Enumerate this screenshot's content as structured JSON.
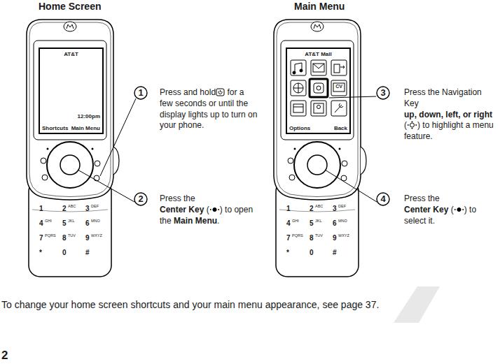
{
  "diagram": {
    "nodes": [
      {
        "text": [
          "AT&T",
          "12:00pm",
          "Shortcuts",
          "Main Menu"
        ]
      },
      {
        "text": [
          "AT&T Mall",
          "Options",
          "Back"
        ]
      },
      {
        "text": [
          "1"
        ]
      },
      {
        "text": [
          "2"
        ]
      },
      {
        "text": [
          "3"
        ]
      },
      {
        "text": [
          "4"
        ]
      }
    ],
    "labels": [
      "Home Screen",
      "Main Menu",
      "Press and hold",
      "for a few seconds or until the display lights up to turn on your phone.",
      "Press the",
      "Center Key",
      "(",
      ") to open the",
      "Main Menu",
      ".",
      "Press the Navigation Key",
      "up, down, left, or right",
      "(",
      ") to highlight a menu feature.",
      "Press the",
      "Center Key",
      "(",
      ") to select it.",
      "To change your home screen shortcuts and your main menu appearance, see page 37.",
      "2",
      "CV",
      "1",
      "2",
      "ABC",
      "3",
      "DEF",
      "4",
      "GHI",
      "5",
      "JKL",
      "6",
      "MNO",
      "7",
      "PQRS",
      "8",
      "TUV",
      "9",
      "WXYZ",
      "*",
      "0",
      "#",
      "1",
      "2",
      "ABC",
      "3",
      "DEF",
      "4",
      "GHI",
      "5",
      "JKL",
      "6",
      "MNO",
      "7",
      "PQRS",
      "8",
      "TUV",
      "9",
      "WXYZ",
      "*",
      "0",
      "#"
    ]
  }
}
